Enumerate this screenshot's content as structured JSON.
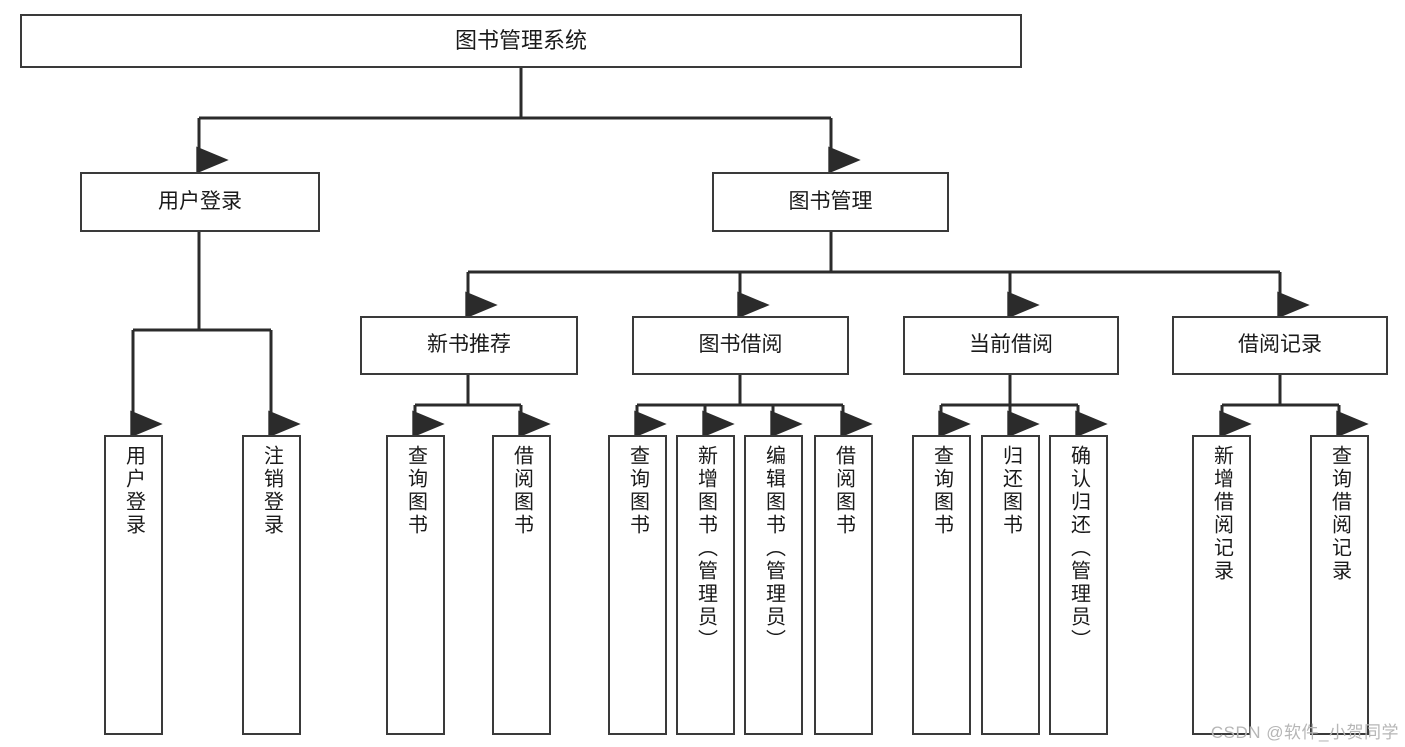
{
  "diagram": {
    "title": "图书管理系统",
    "type": "functional-structure-tree",
    "colors": {
      "background": "#ffffff",
      "box_border": "#3a3a3a",
      "box_fill": "#ffffff",
      "connector": "#2b2b2b",
      "text": "#1a1a1a",
      "watermark": "#b6b6b6"
    },
    "root": {
      "label": "图书管理系统"
    },
    "level2": [
      {
        "label": "用户登录"
      },
      {
        "label": "图书管理"
      }
    ],
    "level3": [
      {
        "label": "新书推荐"
      },
      {
        "label": "图书借阅"
      },
      {
        "label": "当前借阅"
      },
      {
        "label": "借阅记录"
      }
    ],
    "leaves": {
      "user_login": [
        {
          "label": "用户登录"
        },
        {
          "label": "注销登录"
        }
      ],
      "new_book_recommend": [
        {
          "label": "查询图书"
        },
        {
          "label": "借阅图书"
        }
      ],
      "book_borrow": [
        {
          "label": "查询图书"
        },
        {
          "label": "新增图书（管理员）"
        },
        {
          "label": "编辑图书（管理员）"
        },
        {
          "label": "借阅图书"
        }
      ],
      "current_borrow": [
        {
          "label": "查询图书"
        },
        {
          "label": "归还图书"
        },
        {
          "label": "确认归还（管理员）"
        }
      ],
      "borrow_record": [
        {
          "label": "新增借阅记录"
        },
        {
          "label": "查询借阅记录"
        }
      ]
    }
  },
  "watermark": {
    "text": "CSDN @软件_小贺同学"
  }
}
